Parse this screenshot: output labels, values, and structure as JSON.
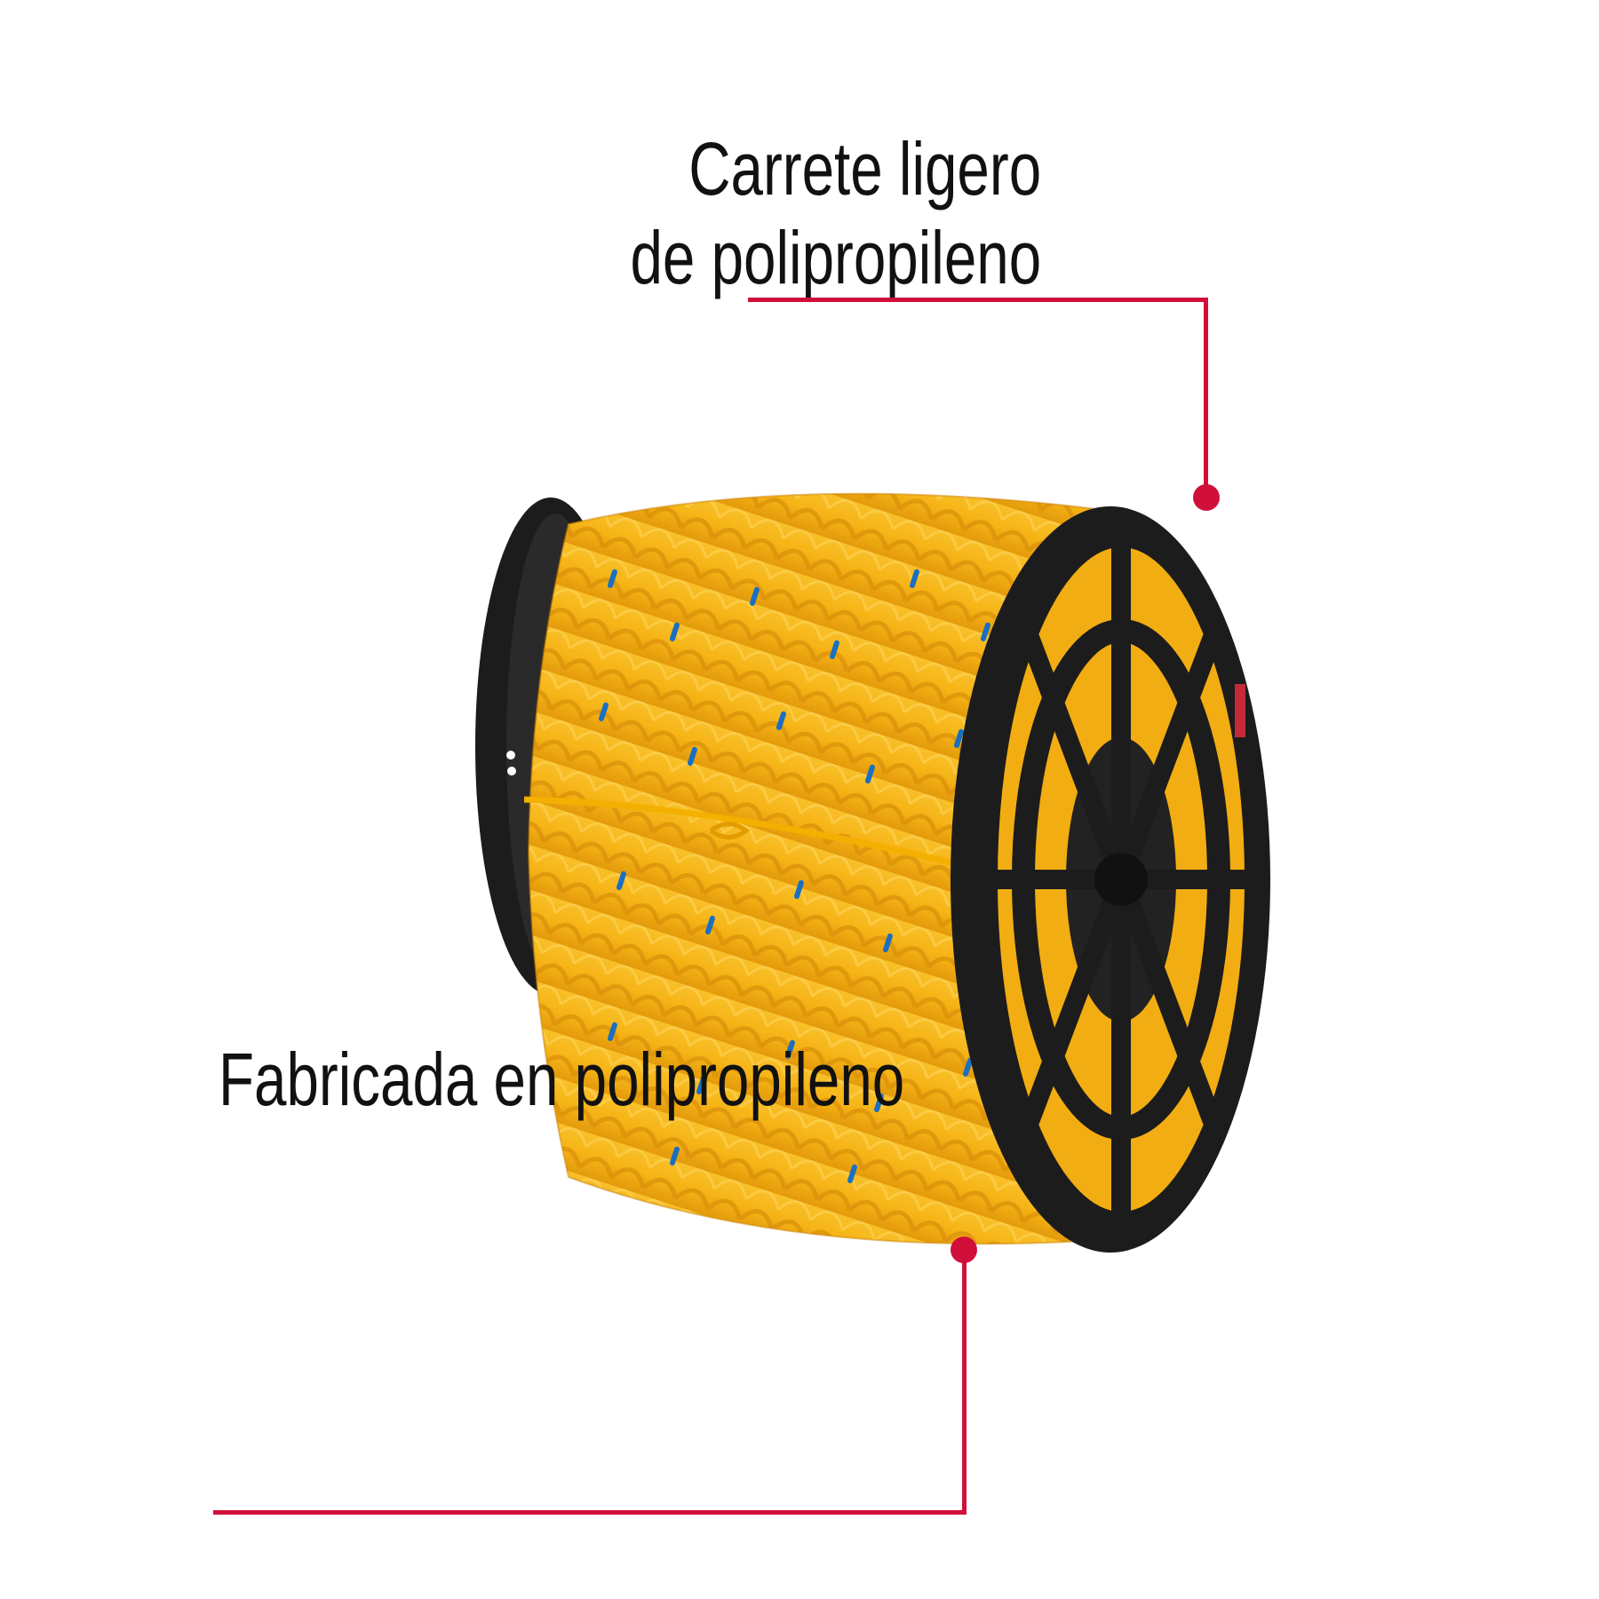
{
  "callouts": {
    "reel": {
      "line1": "Carrete ligero",
      "line2": "de polipropileno"
    },
    "rope": {
      "text": "Fabricada en polipropileno"
    }
  },
  "colors": {
    "accent": "#d0103a",
    "rope_yellow": "#f6b416",
    "rope_blue_fleck": "#1a6fc0",
    "reel_black": "#1c1c1c",
    "text": "#111111"
  },
  "product_image": {
    "description_icon": "rope-spool-icon"
  }
}
